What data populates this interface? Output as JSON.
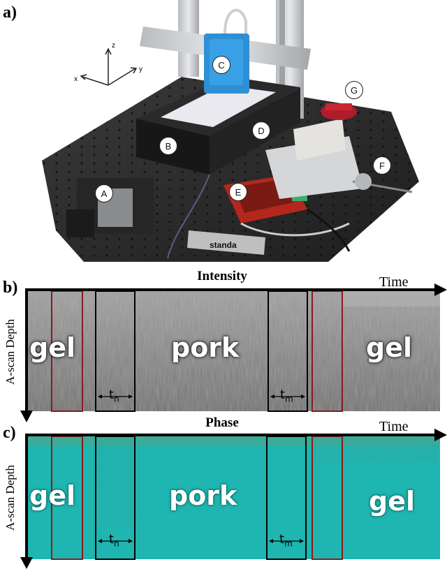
{
  "panels": {
    "a": {
      "label": "a)",
      "axes": {
        "x": "x",
        "y": "y",
        "z": "z"
      },
      "callouts": [
        "A",
        "B",
        "C",
        "D",
        "E",
        "F",
        "G"
      ]
    },
    "b": {
      "label": "b)",
      "title": "Intensity",
      "time_label": "Time",
      "depth_label": "A-scan Depth",
      "regions": {
        "left": "gel",
        "middle": "pork",
        "right": "gel"
      },
      "intervals": {
        "n": "t",
        "n_sub": "n",
        "m": "t",
        "m_sub": "m"
      }
    },
    "c": {
      "label": "c)",
      "title": "Phase",
      "time_label": "Time",
      "depth_label": "A-scan Depth",
      "regions": {
        "left": "gel",
        "middle": "pork",
        "right": "gel"
      },
      "intervals": {
        "n": "t",
        "n_sub": "n",
        "m": "t",
        "m_sub": "m"
      }
    }
  },
  "colors": {
    "intensity_base": "#8c8c8c",
    "phase_base": "#1fb5b0",
    "box_dark_red": "#8b1a1a",
    "box_black": "#000000"
  }
}
